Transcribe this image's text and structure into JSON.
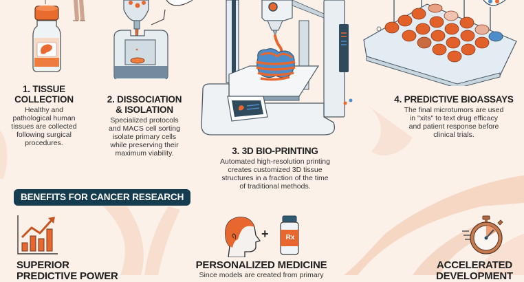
{
  "steps": [
    {
      "number": "1.",
      "title_line1": "1. TISSUE",
      "title_line2": "COLLECTION",
      "description": "Healthy and\npathological human\ntissues are collected\nfollowing surgical\nprocedures.",
      "icon": "specimen-vial-icon"
    },
    {
      "title_line1": "2. DISSOCIATION",
      "title_line2": "& ISOLATION",
      "description": "Specialized protocols\nand MACS cell sorting\nisolate primary cells\nwhile preserving their\nmaximum viability.",
      "icon": "cell-sorter-icon"
    },
    {
      "title_line1": "3. 3D BIO-PRINTING",
      "description": "Automated high-resolution printing\ncreates customized 3D tissue\nstructures in a fraction of the time\nof traditional methods.",
      "icon": "bioprinter-icon"
    },
    {
      "title_line1": "4. PREDICTIVE BIOASSAYS",
      "description": "The final microtumors are used\nin \"xits\" to text drug efficacy\nand patient response before\nclinical trials.",
      "icon": "well-plate-icon"
    }
  ],
  "benefits": {
    "header": "BENEFITS FOR CANCER RESEARCH",
    "items": [
      {
        "title_line1": "SUPERIOR",
        "title_line2": "PREDICTIVE POWER",
        "icon": "rising-bar-chart-icon"
      },
      {
        "title_line1": "PERSONALIZED MEDICINE",
        "description": "Since models are created from primary",
        "icon": "patient-plus-rx-icon",
        "plus": "+",
        "rx_label": "Rx"
      },
      {
        "title_line1": "ACCELERATED",
        "title_line2": "DEVELOPMENT",
        "icon": "stopwatch-icon"
      }
    ]
  },
  "colors": {
    "background": "#fbf1e9",
    "accent_orange": "#e8672e",
    "accent_blue": "#3a7fbf",
    "header_navy": "#163c4f",
    "device_gray": "#dfe6ec",
    "vessel_pink": "#f2cdb8"
  }
}
